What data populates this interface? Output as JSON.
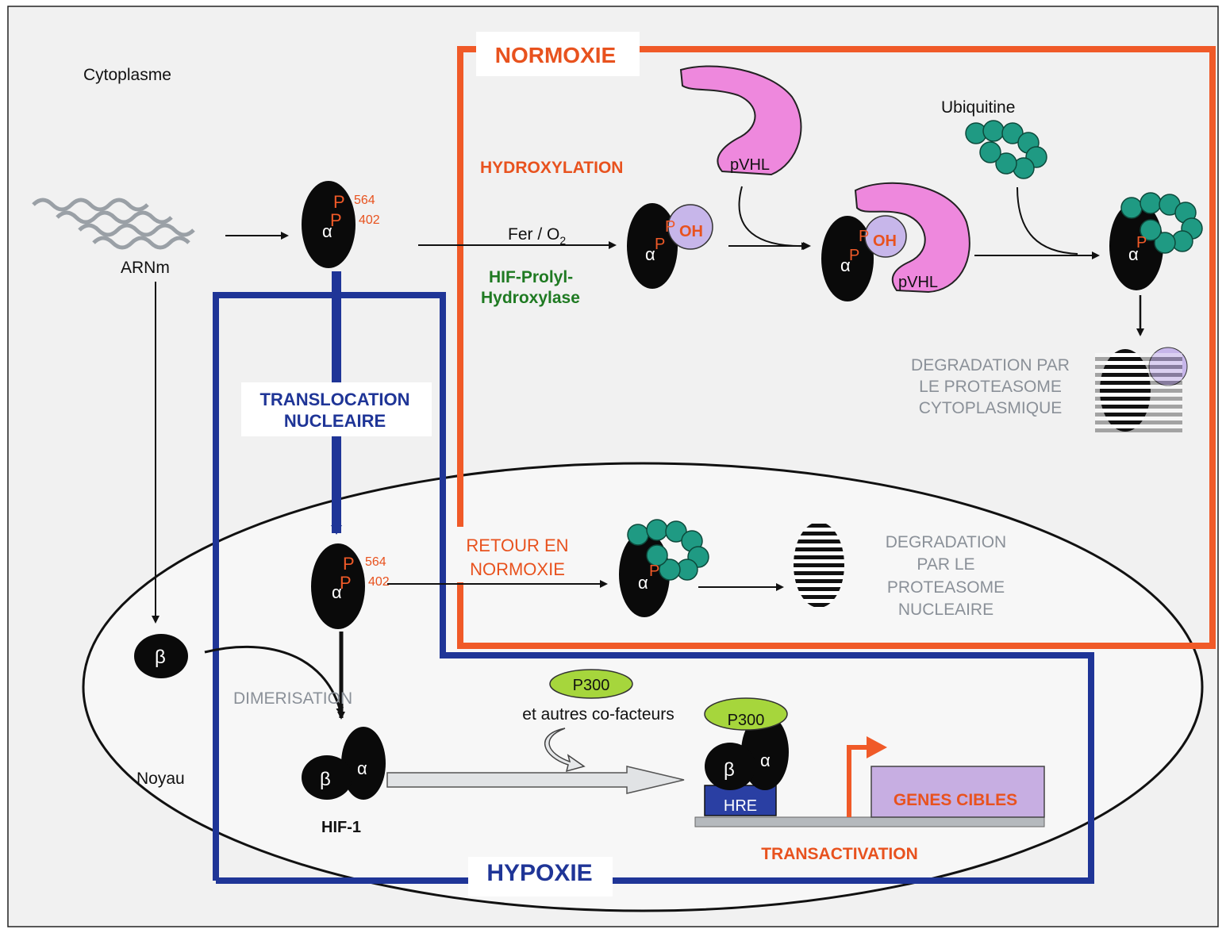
{
  "labels": {
    "cytoplasme": "Cytoplasme",
    "arnm": "ARNm",
    "noyau": "Noyau",
    "normoxie": "NORMOXIE",
    "hypoxie": "HYPOXIE",
    "hydroxylation": "HYDROXYLATION",
    "fer_o2": "Fer / O",
    "fer_o2_sub": "2",
    "prolyl_1": "HIF-Prolyl-",
    "prolyl_2": "Hydroxylase",
    "pvhl": "pVHL",
    "ubiquitine": "Ubiquitine",
    "oh": "OH",
    "deg_cyto_1": "DEGRADATION PAR",
    "deg_cyto_2": "LE PROTEASOME",
    "deg_cyto_3": "CYTOPLASMIQUE",
    "translocation_1": "TRANSLOCATION",
    "translocation_2": "NUCLEAIRE",
    "retour_1": "RETOUR EN",
    "retour_2": "NORMOXIE",
    "deg_nuc_1": "DEGRADATION",
    "deg_nuc_2": "PAR LE",
    "deg_nuc_3": "PROTEASOME",
    "deg_nuc_4": "NUCLEAIRE",
    "dimerisation": "DIMERISATION",
    "hif1": "HIF-1",
    "p300": "P300",
    "cofacteurs": "et autres co-facteurs",
    "hre": "HRE",
    "genes_cibles": "GENES CIBLES",
    "transactivation": "TRANSACTIVATION",
    "alpha": "α",
    "beta": "β",
    "p": "P",
    "pos564": "564",
    "pos402": "402"
  },
  "colors": {
    "normoxie_frame": "#f05a28",
    "hypoxie_frame": "#1f3597",
    "subunit": "#0a0a0a",
    "pvhl": "#ee88dd",
    "ubiquitin": "#1f9a83",
    "p300": "#a6d63c",
    "hre": "#2a3fa3",
    "genes_box": "#c7aee2",
    "label_orange": "#e8521e",
    "label_green": "#1f7a22",
    "label_blue": "#1f3597",
    "label_grey": "#8a9098"
  }
}
